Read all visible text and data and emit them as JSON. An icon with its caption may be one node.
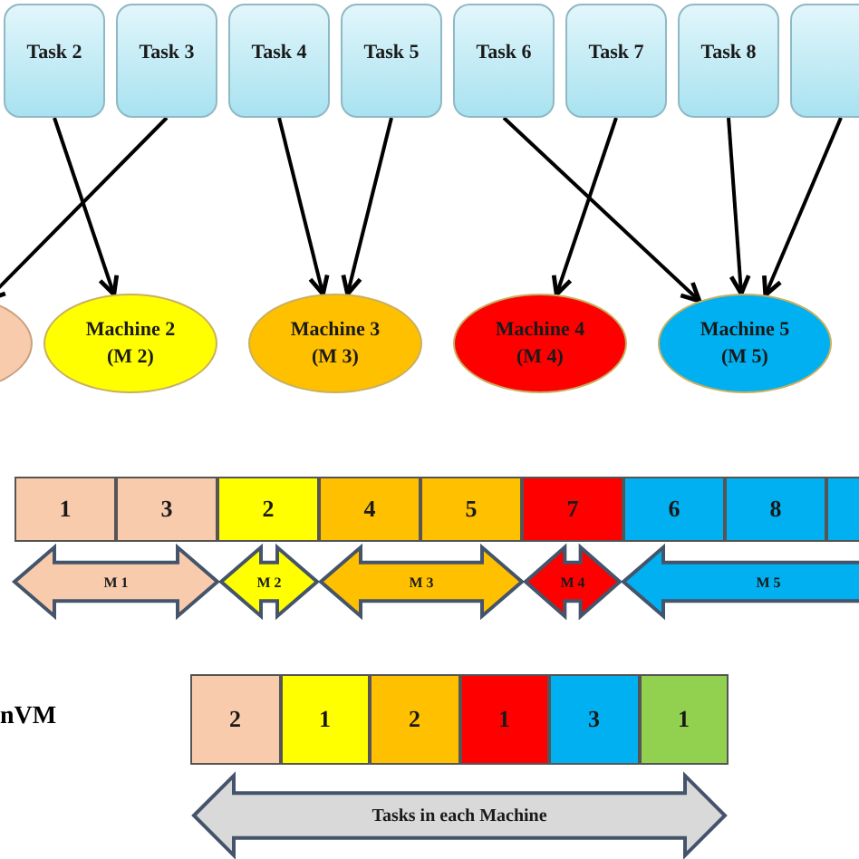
{
  "diagram": {
    "nodes": [
      {
        "text": [
          "Task 2"
        ]
      },
      {
        "text": [
          "Task 3"
        ]
      },
      {
        "text": [
          "Task 4"
        ]
      },
      {
        "text": [
          "Task 5"
        ]
      },
      {
        "text": [
          "Task 6"
        ]
      },
      {
        "text": [
          "Task 7"
        ]
      },
      {
        "text": [
          "Task 8"
        ]
      },
      {
        "text": [],
        "shape": "box"
      },
      {
        "text": [],
        "shape": "circle"
      },
      {
        "text": [
          "Machine 2 (M 2)"
        ]
      },
      {
        "text": [
          "Machine 3 (M 3)"
        ]
      },
      {
        "text": [
          "Machine 4 (M 4)"
        ]
      },
      {
        "text": [
          "Machine 5 (M 5)"
        ]
      },
      {
        "text": [
          "1"
        ]
      },
      {
        "text": [
          "3"
        ]
      },
      {
        "text": [
          "2"
        ]
      },
      {
        "text": [
          "4"
        ]
      },
      {
        "text": [
          "5"
        ]
      },
      {
        "text": [
          "7"
        ]
      },
      {
        "text": [
          "6"
        ]
      },
      {
        "text": [
          "8"
        ]
      },
      {
        "text": [],
        "shape": "box"
      },
      {
        "text": [
          "M 1"
        ]
      },
      {
        "text": [
          "M 2"
        ]
      },
      {
        "text": [
          "M 3"
        ]
      },
      {
        "text": [
          "M 4"
        ]
      },
      {
        "text": [
          "M 5"
        ]
      },
      {
        "text": [
          "2"
        ]
      },
      {
        "text": [
          "1"
        ]
      },
      {
        "text": [
          "2"
        ]
      },
      {
        "text": [
          "1"
        ]
      },
      {
        "text": [
          "3"
        ]
      },
      {
        "text": [
          "1"
        ]
      },
      {
        "text": [
          "Tasks in each Machine"
        ]
      }
    ],
    "edges": [
      {
        "from": 0,
        "to": 9,
        "arrow": "to"
      },
      {
        "from": 1,
        "to": 8,
        "arrow": "to"
      },
      {
        "from": 2,
        "to": 10,
        "arrow": "to"
      },
      {
        "from": 3,
        "to": 10,
        "arrow": "to"
      },
      {
        "from": 4,
        "to": 12,
        "arrow": "to"
      },
      {
        "from": 5,
        "to": 11,
        "arrow": "to"
      },
      {
        "from": 6,
        "to": 12,
        "arrow": "to"
      },
      {
        "from": 7,
        "to": 12,
        "arrow": "to"
      }
    ],
    "labels": [
      "nVM"
    ]
  }
}
